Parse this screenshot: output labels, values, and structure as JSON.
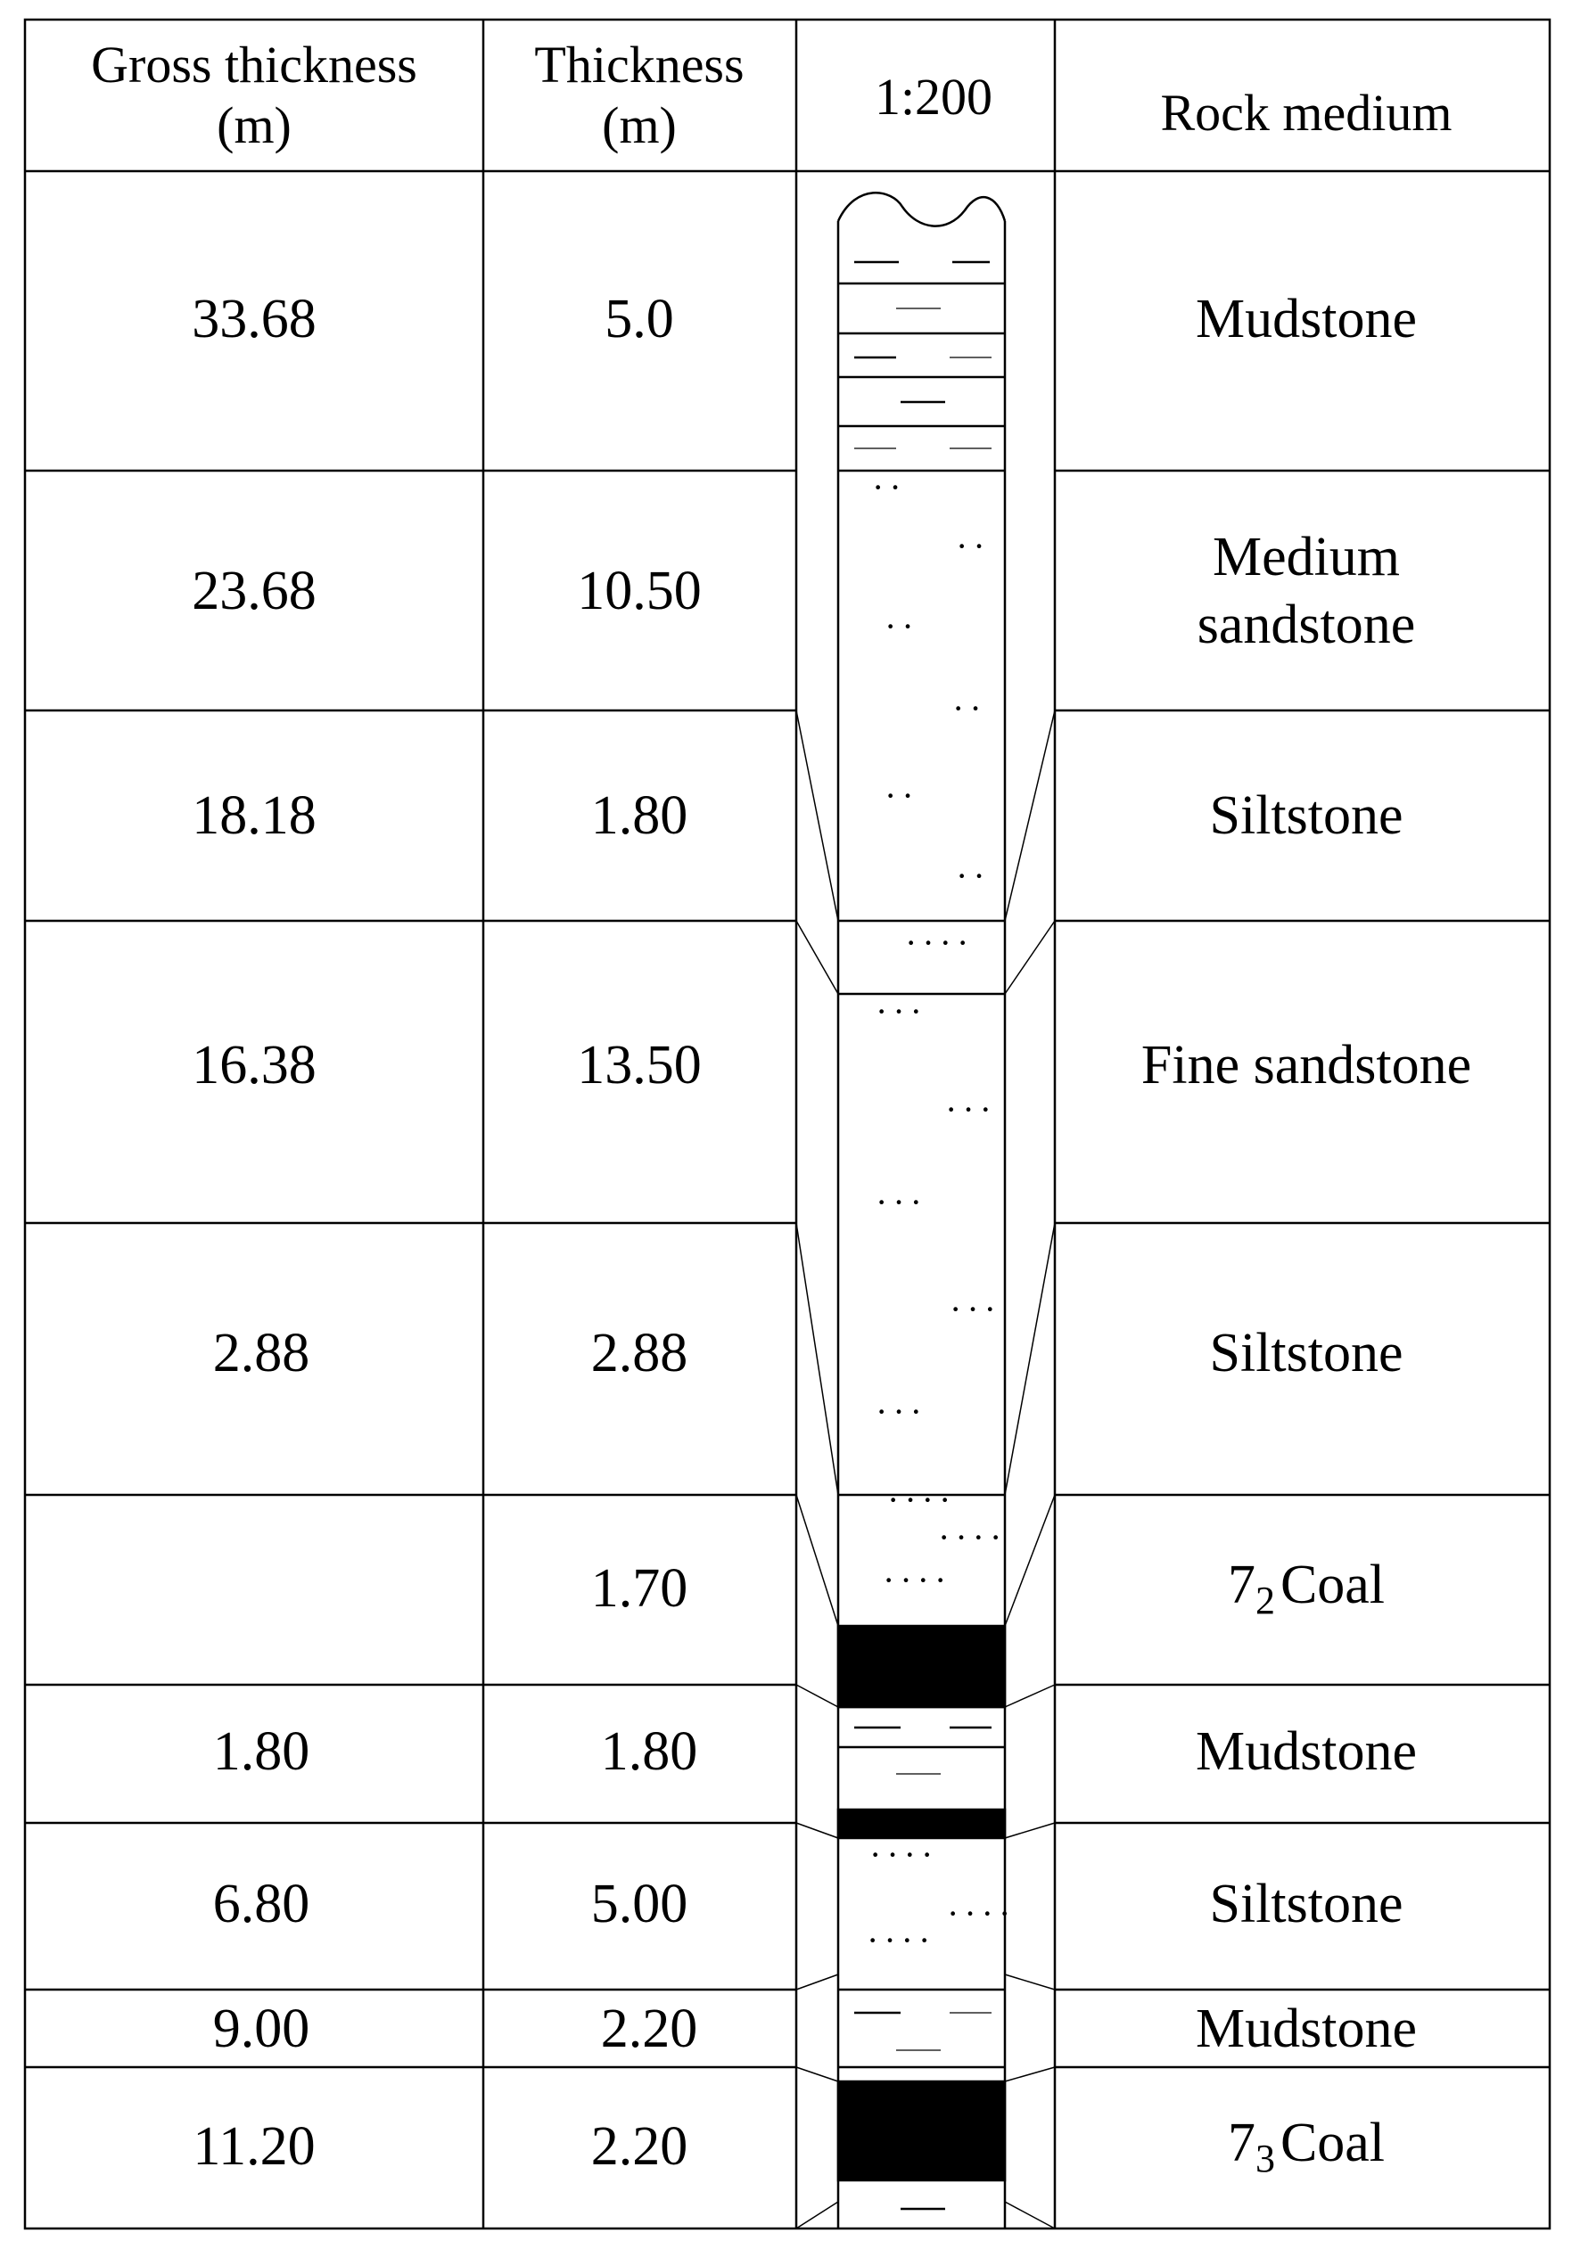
{
  "header": {
    "gross_line1": "Gross thickness",
    "gross_line2": "(m)",
    "thick_line1": "Thickness",
    "thick_line2": "(m)",
    "scale": "1:200",
    "rock": "Rock medium"
  },
  "rows": [
    {
      "gross": "33.68",
      "thickness": "5.0",
      "rock": "Mudstone"
    },
    {
      "gross": "23.68",
      "thickness": "10.50",
      "rock_line1": "Medium",
      "rock_line2": "sandstone"
    },
    {
      "gross": "18.18",
      "thickness": "1.80",
      "rock": "Siltstone"
    },
    {
      "gross": "16.38",
      "thickness": "13.50",
      "rock": "Fine sandstone"
    },
    {
      "gross": "2.88",
      "thickness": "2.88",
      "rock": "Siltstone"
    },
    {
      "gross": "",
      "thickness": "1.70",
      "rock_num": "7",
      "rock_sub": "2",
      "rock_word": "Coal"
    },
    {
      "gross": "1.80",
      "thickness": "1.80",
      "rock": "Mudstone"
    },
    {
      "gross": "6.80",
      "thickness": "5.00",
      "rock": "Siltstone"
    },
    {
      "gross": "9.00",
      "thickness": "2.20",
      "rock": "Mudstone"
    },
    {
      "gross": "11.20",
      "thickness": "2.20",
      "rock_num": "7",
      "rock_sub": "3",
      "rock_word": "Coal"
    }
  ],
  "column_symbols": {
    "dots2": "··",
    "dots3": "···",
    "dots4": "····"
  }
}
